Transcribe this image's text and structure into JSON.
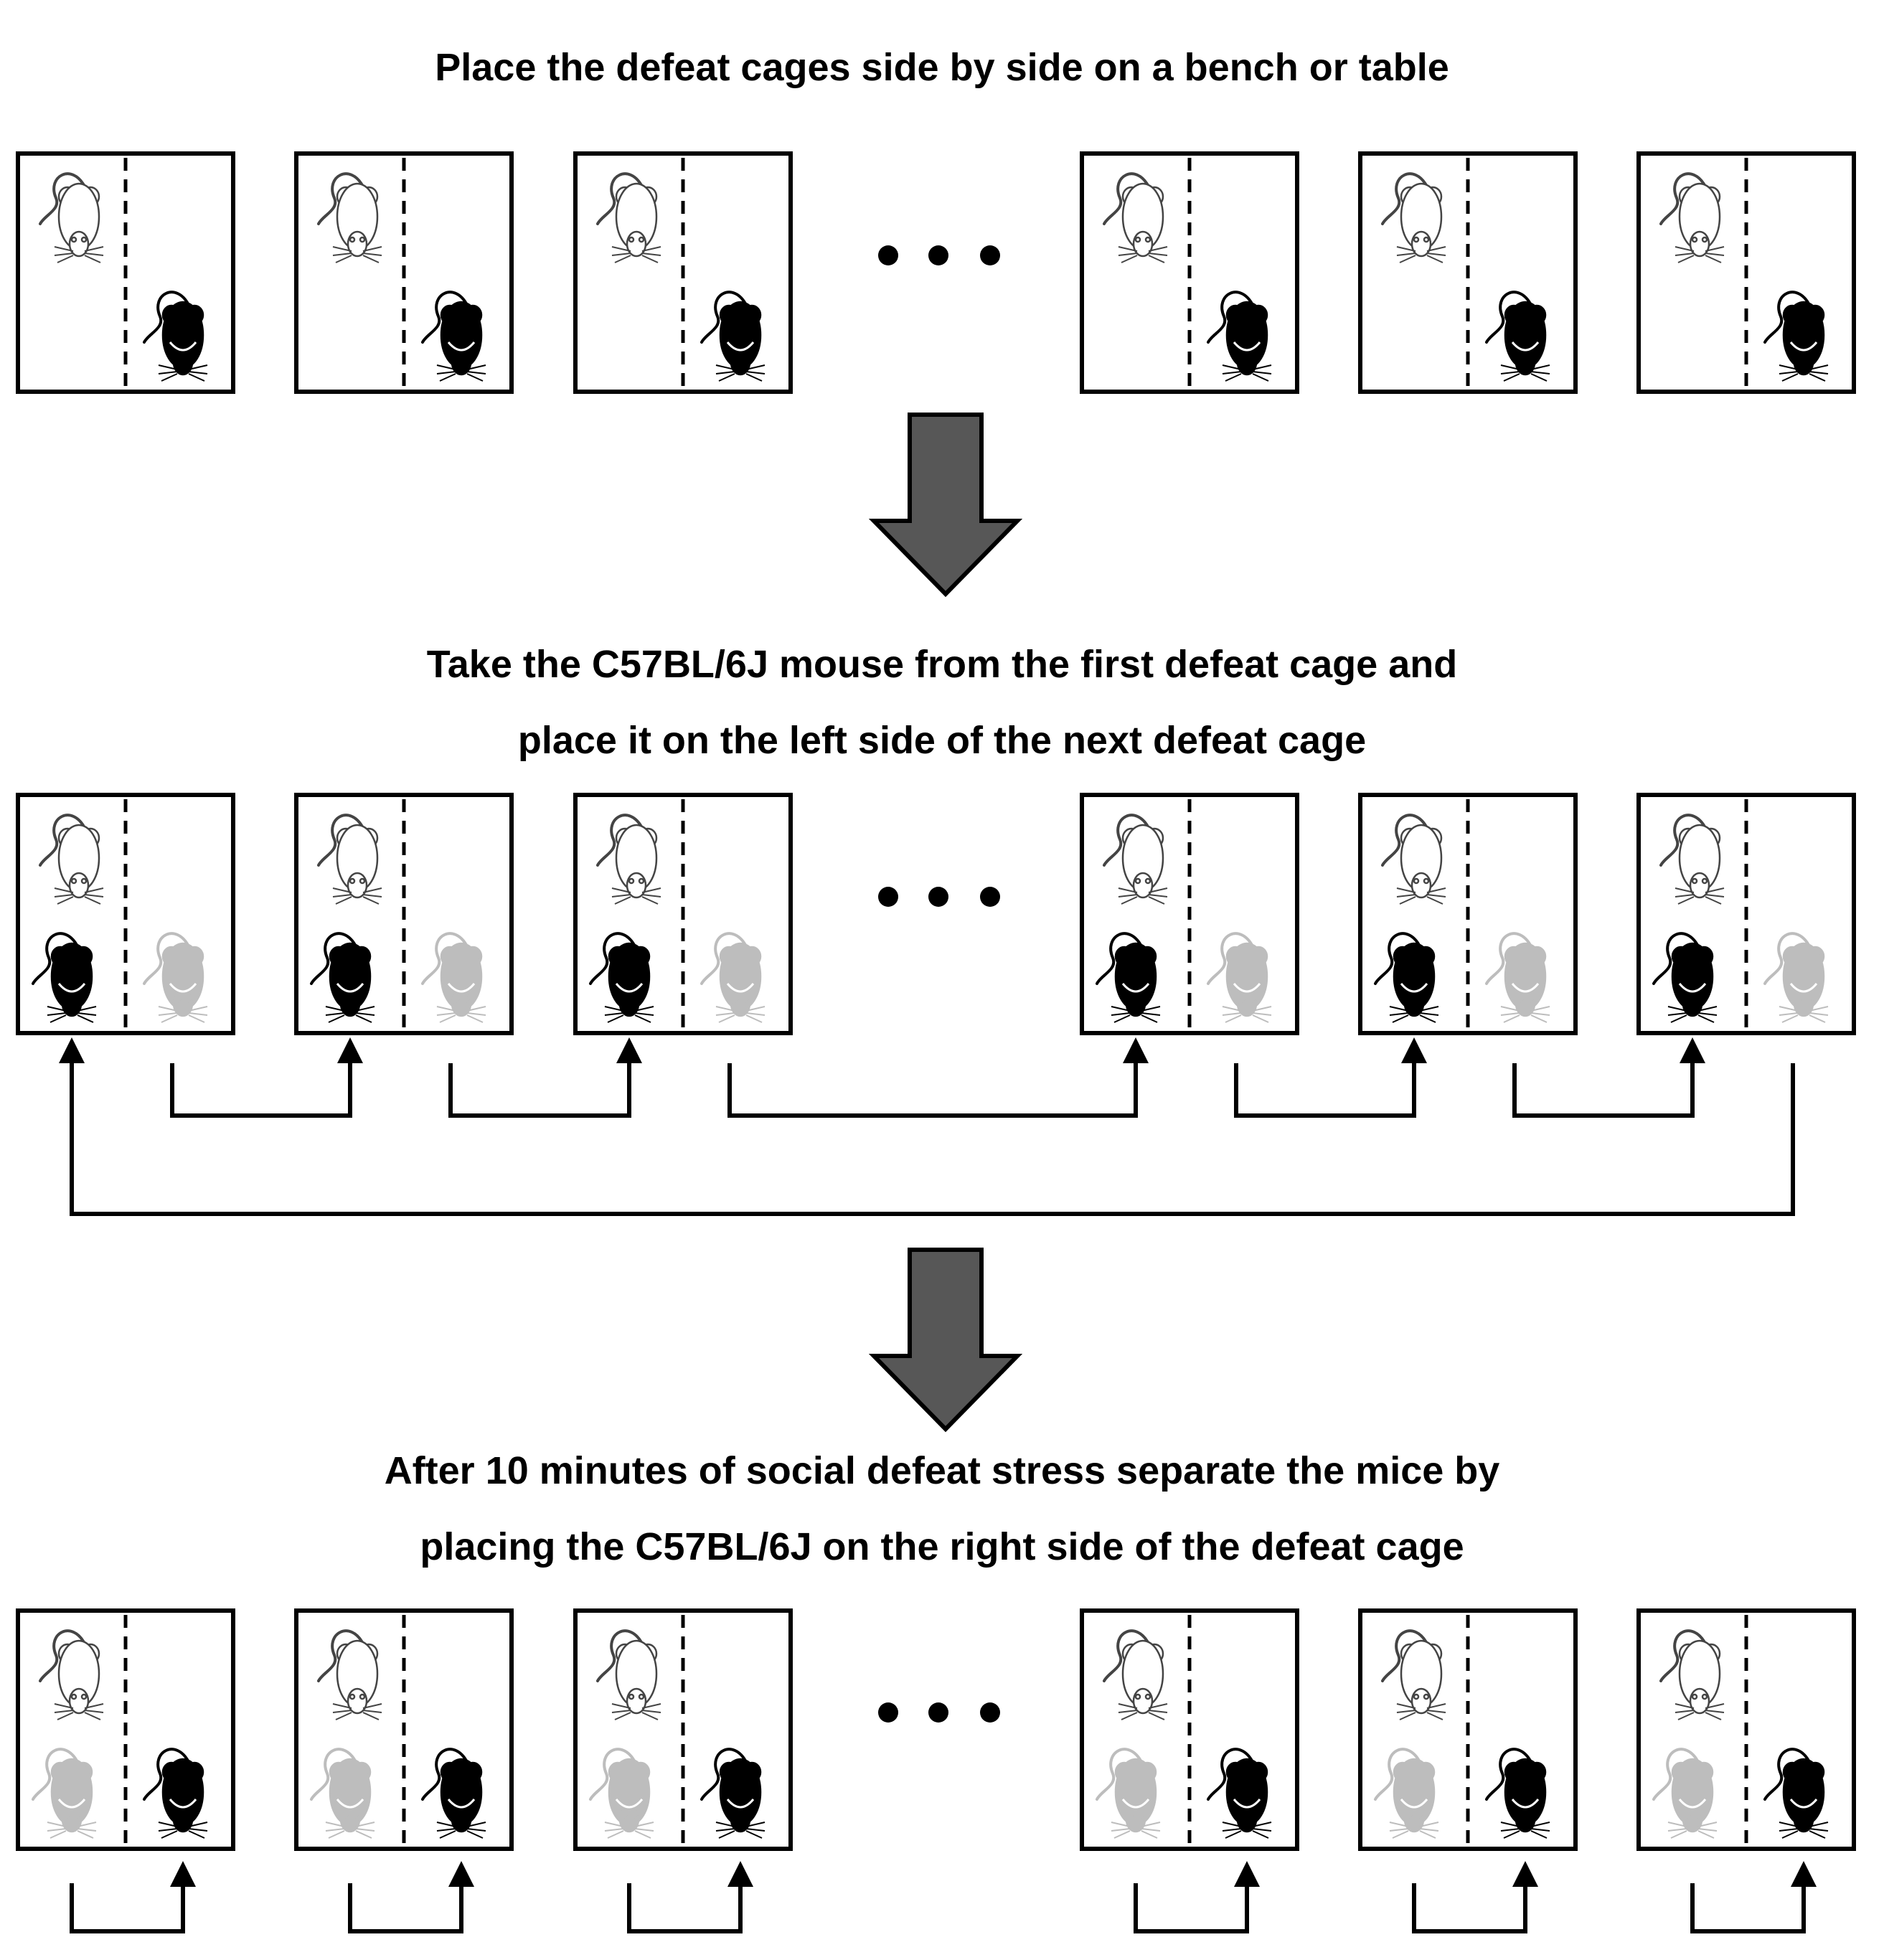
{
  "steps": [
    {
      "text": "Place the defeat cages side by side on a bench or table"
    },
    {
      "line1": "Take the C57BL/6J mouse from the first defeat cage and",
      "line2": "place it on the left side of the next defeat cage"
    },
    {
      "line1": "After 10 minutes of social defeat stress separate the mice by",
      "line2": "placing the C57BL/6J on the right side of the defeat cage"
    }
  ],
  "colors": {
    "cd1_mouse": "#ffffff",
    "c57_mouse": "#000000",
    "previous_c57_mouse": "#bdbdbd",
    "flow_arrow": "#575757",
    "line": "#000000"
  },
  "icons": {
    "resident": "white-mouse-icon",
    "intruder": "black-mouse-icon",
    "moved_intruder": "gray-mouse-icon",
    "flow": "down-arrow-icon",
    "ellipsis": "ellipsis-icon"
  },
  "rows": [
    {
      "name": "initial-arrangement",
      "cages": [
        {
          "left_top": "white",
          "left_bottom": null,
          "right_bottom": "black"
        },
        {
          "left_top": "white",
          "left_bottom": null,
          "right_bottom": "black"
        },
        {
          "left_top": "white",
          "left_bottom": null,
          "right_bottom": "black"
        },
        {
          "left_top": "white",
          "left_bottom": null,
          "right_bottom": "black"
        },
        {
          "left_top": "white",
          "left_bottom": null,
          "right_bottom": "black"
        },
        {
          "left_top": "white",
          "left_bottom": null,
          "right_bottom": "black"
        }
      ]
    },
    {
      "name": "rotation-defeat",
      "cages": [
        {
          "left_top": "white",
          "left_bottom": "black",
          "right_bottom": "gray"
        },
        {
          "left_top": "white",
          "left_bottom": "black",
          "right_bottom": "gray"
        },
        {
          "left_top": "white",
          "left_bottom": "black",
          "right_bottom": "gray"
        },
        {
          "left_top": "white",
          "left_bottom": "black",
          "right_bottom": "gray"
        },
        {
          "left_top": "white",
          "left_bottom": "black",
          "right_bottom": "gray"
        },
        {
          "left_top": "white",
          "left_bottom": "black",
          "right_bottom": "gray"
        }
      ]
    },
    {
      "name": "separation",
      "cages": [
        {
          "left_top": "white",
          "left_bottom": "gray",
          "right_bottom": "black"
        },
        {
          "left_top": "white",
          "left_bottom": "gray",
          "right_bottom": "black"
        },
        {
          "left_top": "white",
          "left_bottom": "gray",
          "right_bottom": "black"
        },
        {
          "left_top": "white",
          "left_bottom": "gray",
          "right_bottom": "black"
        },
        {
          "left_top": "white",
          "left_bottom": "gray",
          "right_bottom": "black"
        },
        {
          "left_top": "white",
          "left_bottom": "gray",
          "right_bottom": "black"
        }
      ]
    }
  ]
}
